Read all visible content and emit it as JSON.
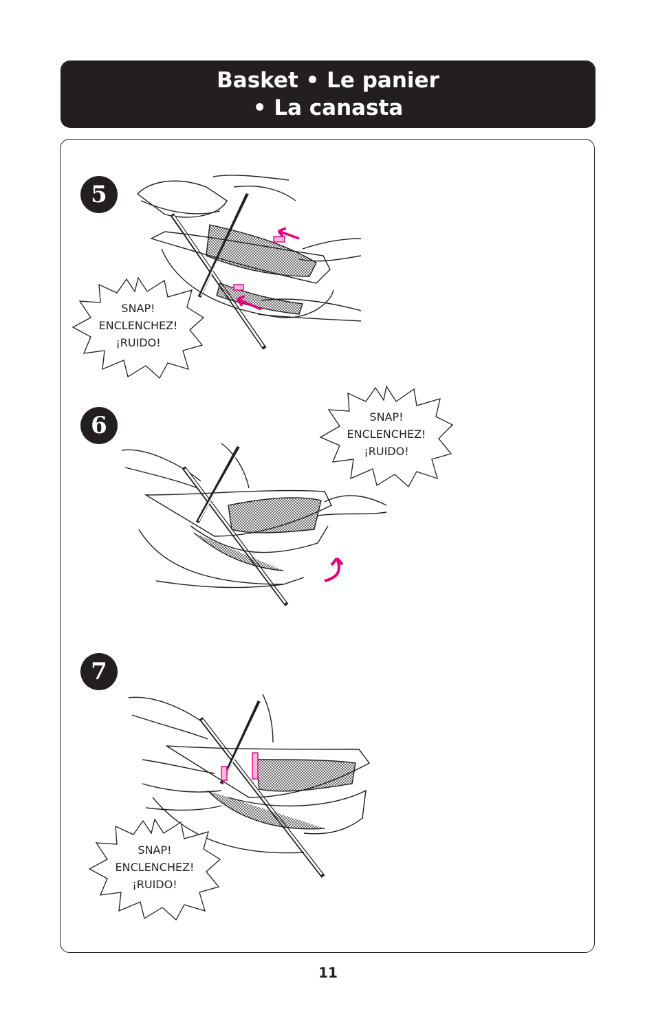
{
  "header": {
    "title_line1": "Basket  •  Le panier",
    "title_line2": "•  La canasta"
  },
  "steps": [
    {
      "number": "5",
      "callout": {
        "line1": "SNAP!",
        "line2": "ENCLENCHEZ!",
        "line3": "¡RUIDO!"
      }
    },
    {
      "number": "6",
      "callout": {
        "line1": "SNAP!",
        "line2": "ENCLENCHEZ!",
        "line3": "¡RUIDO!"
      }
    },
    {
      "number": "7",
      "callout": {
        "line1": "SNAP!",
        "line2": "ENCLENCHEZ!",
        "line3": "¡RUIDO!"
      }
    }
  ],
  "page_number": "11",
  "colors": {
    "ink": "#231f20",
    "accent": "#e6007e",
    "background": "#ffffff"
  }
}
